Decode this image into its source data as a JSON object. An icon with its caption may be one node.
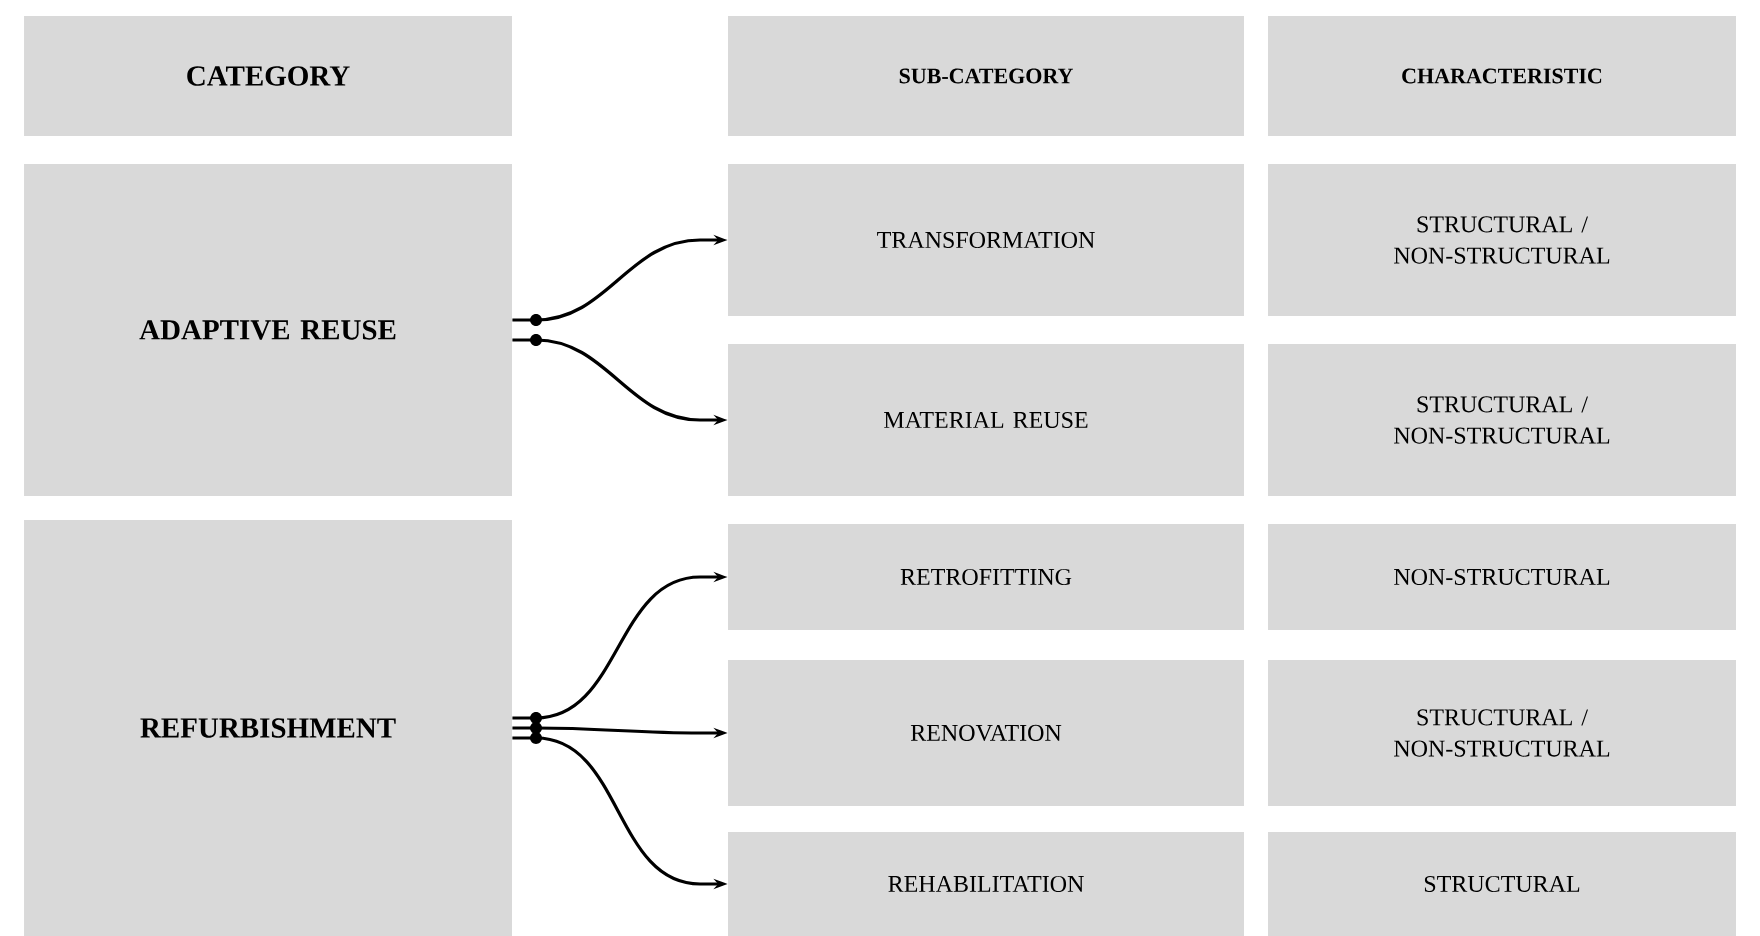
{
  "diagram": {
    "nodes": [
      {
        "text": [
          "CATEGORY"
        ]
      },
      {
        "text": [
          "SUB-CATEGORY"
        ]
      },
      {
        "text": [
          "CHARACTERISTIC"
        ]
      },
      {
        "text": [
          "ADAPTIVE REUSE"
        ]
      },
      {
        "text": [
          "TRANSFORMATION"
        ]
      },
      {
        "text": [
          "STRUCTURAL / NON-STRUCTURAL"
        ]
      },
      {
        "text": [
          "MATERIAL REUSE"
        ]
      },
      {
        "text": [
          "STRUCTURAL / NON-STRUCTURAL"
        ]
      },
      {
        "text": [
          "REFURBISHMENT"
        ]
      },
      {
        "text": [
          "RETROFITTING"
        ]
      },
      {
        "text": [
          "NON-STRUCTURAL"
        ]
      },
      {
        "text": [
          "RENOVATION"
        ]
      },
      {
        "text": [
          "STRUCTURAL / NON-STRUCTURAL"
        ]
      },
      {
        "text": [
          "REHABILITATION"
        ]
      },
      {
        "text": [
          "STRUCTURAL"
        ]
      }
    ],
    "edges": [
      {
        "from": 3,
        "to": 4,
        "arrow": "to"
      },
      {
        "from": 3,
        "to": 6,
        "arrow": "to"
      },
      {
        "from": 8,
        "to": 9,
        "arrow": "to"
      },
      {
        "from": 8,
        "to": 11,
        "arrow": "to"
      },
      {
        "from": 8,
        "to": 13,
        "arrow": "to"
      }
    ]
  }
}
